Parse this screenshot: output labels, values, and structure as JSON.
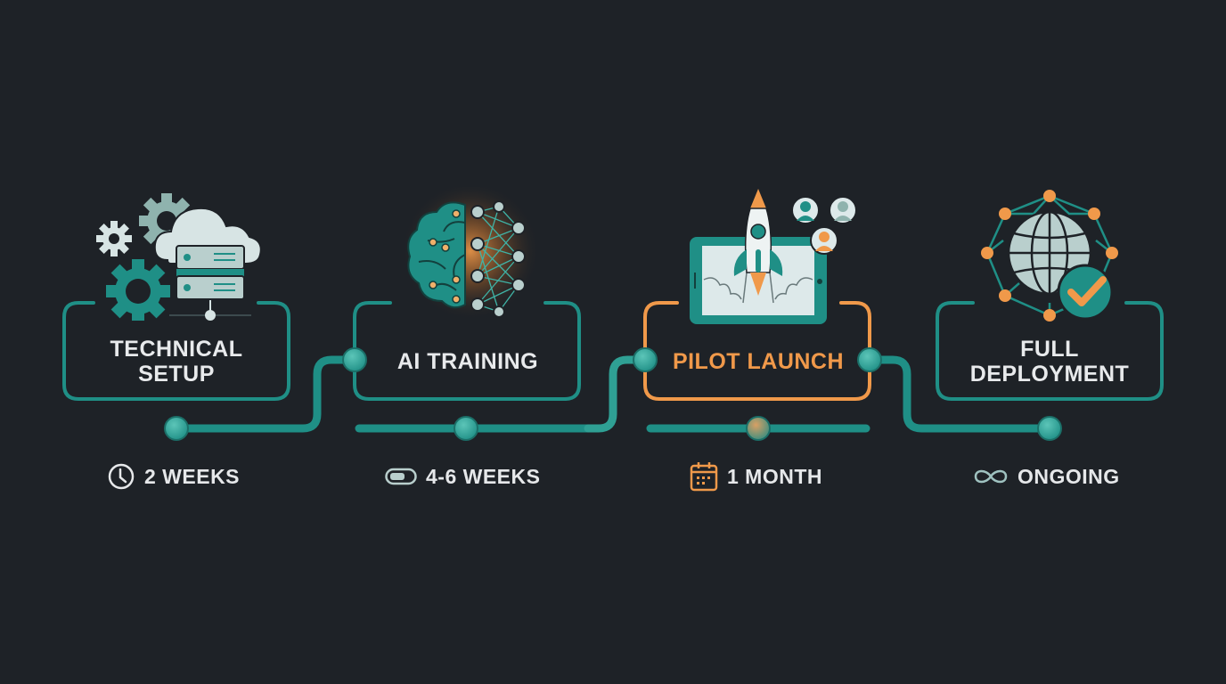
{
  "diagram": {
    "type": "timeline-roadmap",
    "colors": {
      "background": "#1e2227",
      "teal": "#1f8f86",
      "teal_light": "#3fb3a6",
      "orange": "#f0994a",
      "text": "#e8eaec",
      "icon_light": "#d7e4e4"
    },
    "stages": [
      {
        "id": "technical-setup",
        "label_line1": "TECHNICAL",
        "label_line2": "SETUP",
        "icon": "gears-cloud-server-icon",
        "duration": "2 WEEKS",
        "duration_icon": "clock-icon",
        "accent": "teal"
      },
      {
        "id": "ai-training",
        "label_line1": "AI TRAINING",
        "label_line2": "",
        "icon": "brain-neural-network-icon",
        "duration": "4-6 WEEKS",
        "duration_icon": "progress-bar-icon",
        "accent": "teal"
      },
      {
        "id": "pilot-launch",
        "label_line1": "PILOT LAUNCH",
        "label_line2": "",
        "icon": "rocket-tablet-users-icon",
        "duration": "1 MONTH",
        "duration_icon": "calendar-icon",
        "accent": "orange"
      },
      {
        "id": "full-deployment",
        "label_line1": "FULL",
        "label_line2": "DEPLOYMENT",
        "icon": "globe-network-check-icon",
        "duration": "ONGOING",
        "duration_icon": "infinity-icon",
        "accent": "teal"
      }
    ]
  }
}
